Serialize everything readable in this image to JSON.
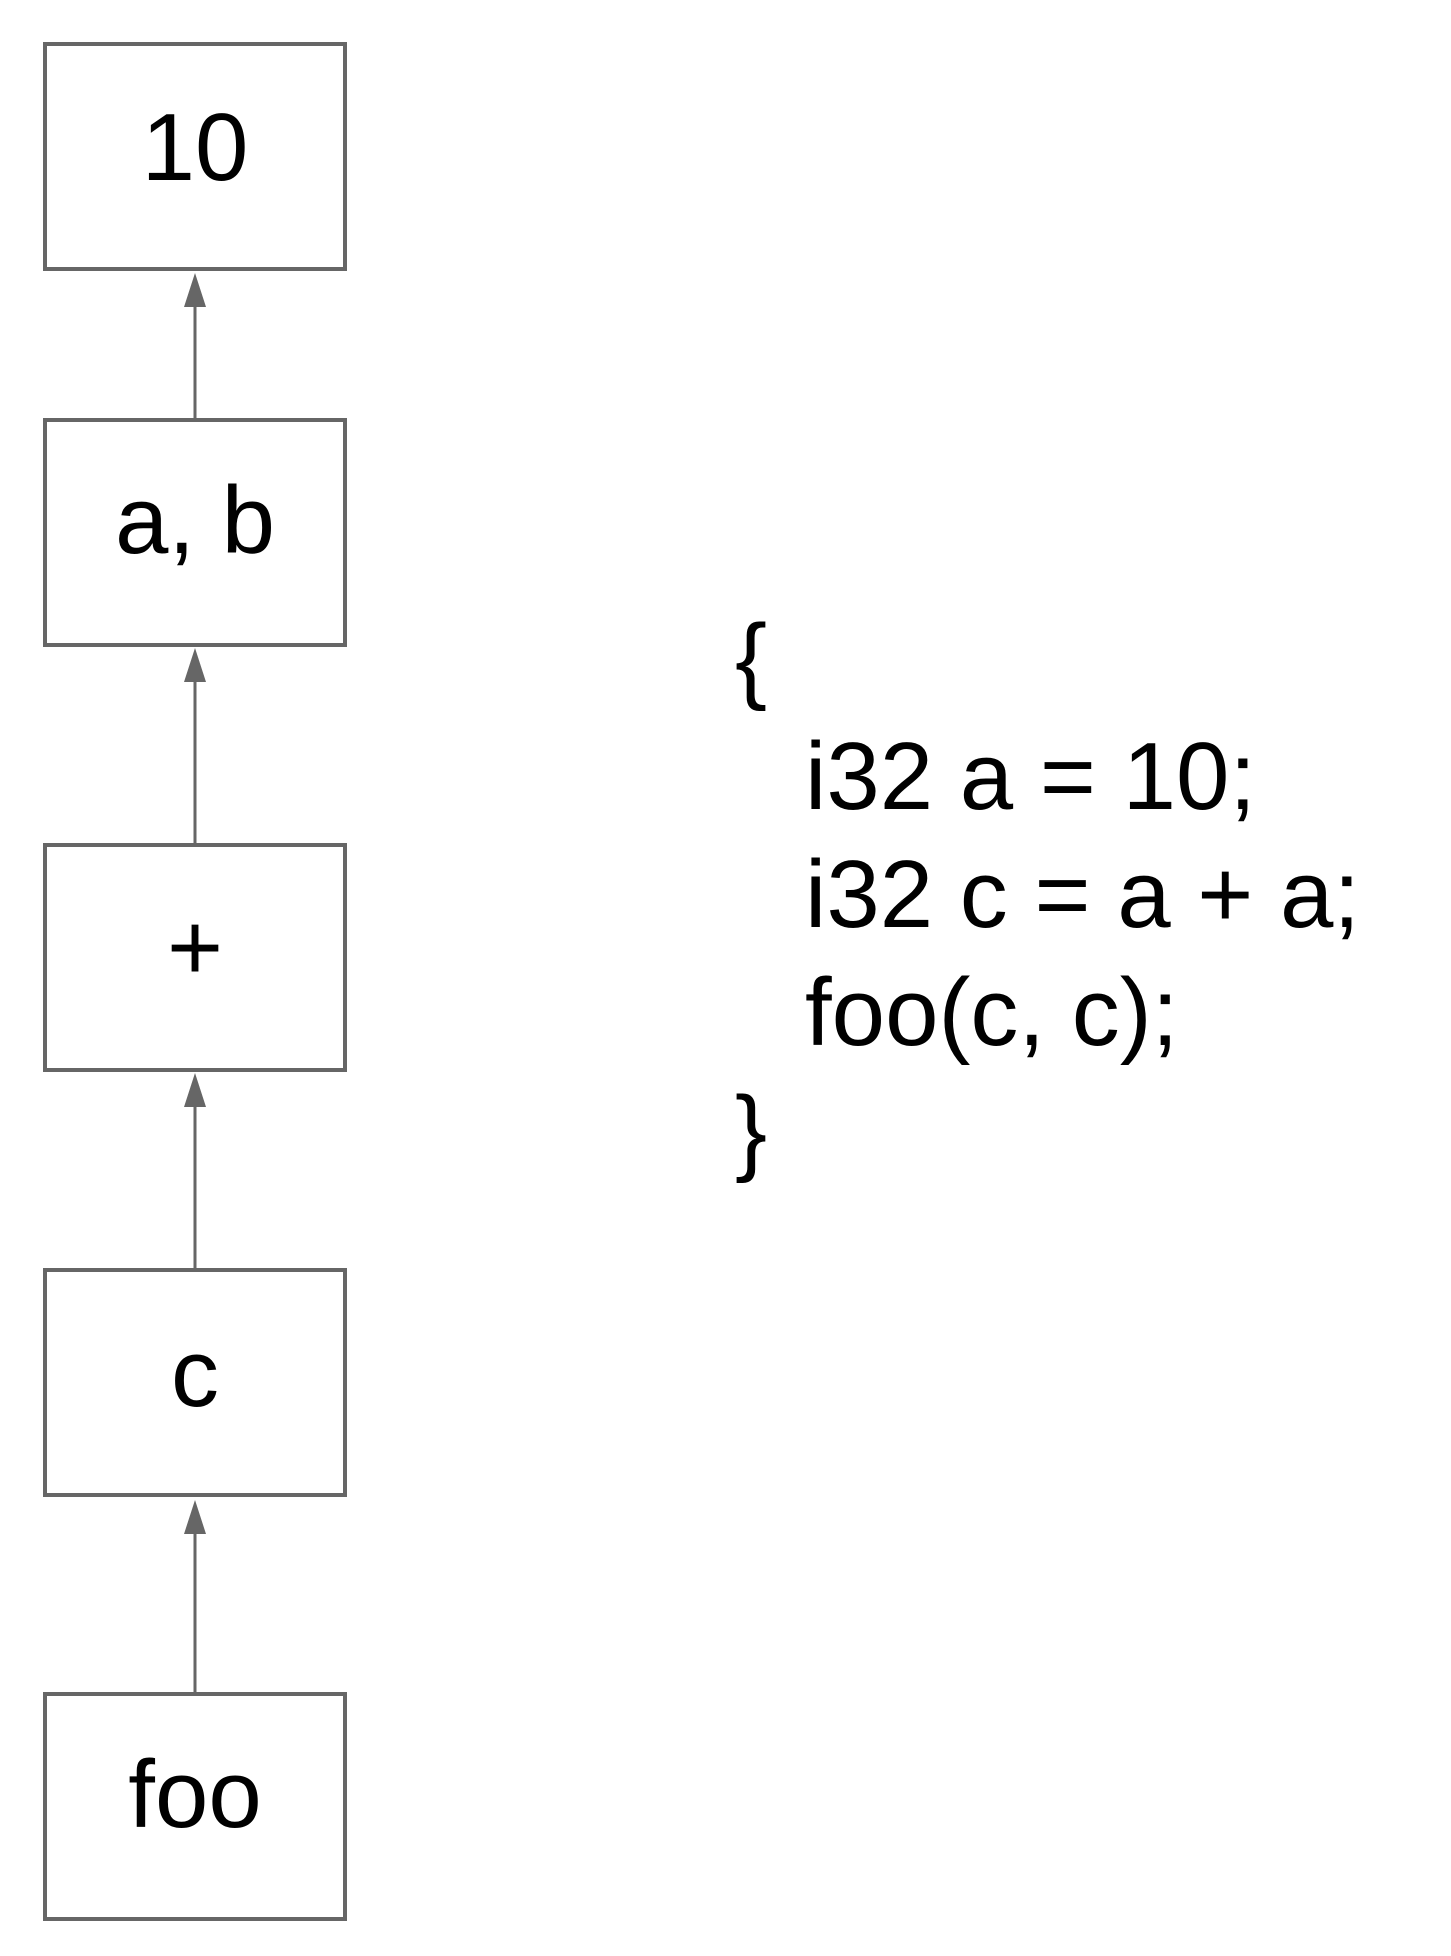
{
  "diagram": {
    "nodes": [
      {
        "id": "n10",
        "label": "10"
      },
      {
        "id": "nab",
        "label": "a, b"
      },
      {
        "id": "nplus",
        "label": "+"
      },
      {
        "id": "nc",
        "label": "c"
      },
      {
        "id": "nfoo",
        "label": "foo"
      }
    ],
    "edges": [
      {
        "from": "nab",
        "to": "n10"
      },
      {
        "from": "nplus",
        "to": "nab"
      },
      {
        "from": "nc",
        "to": "nplus"
      },
      {
        "from": "nfoo",
        "to": "nc"
      }
    ]
  },
  "code": {
    "lines": [
      {
        "text": "{",
        "indent": false
      },
      {
        "text": "i32 a = 10;",
        "indent": true
      },
      {
        "text": "i32 c = a + a;",
        "indent": true
      },
      {
        "text": "foo(c, c);",
        "indent": true
      },
      {
        "text": "}",
        "indent": false
      }
    ]
  },
  "colors": {
    "border": "#666666",
    "text": "#000000",
    "background": "#ffffff"
  }
}
